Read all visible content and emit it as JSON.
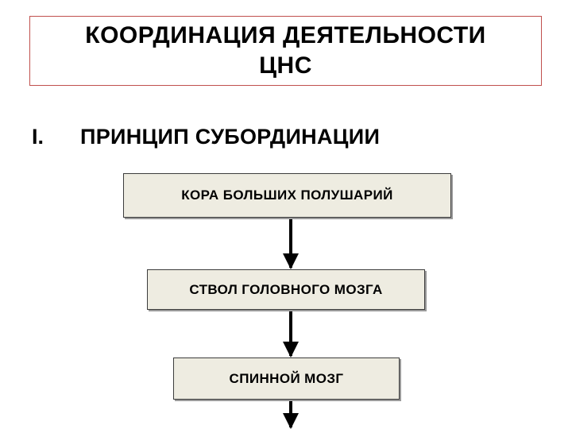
{
  "title": {
    "line1": "КООРДИНАЦИЯ ДЕЯТЕЛЬНОСТИ",
    "line2": "ЦНС"
  },
  "section": {
    "number": "I.",
    "heading": "ПРИНЦИП СУБОРДИНАЦИИ"
  },
  "flow": {
    "nodes": [
      {
        "label": "КОРА БОЛЬШИХ ПОЛУШАРИЙ"
      },
      {
        "label": "СТВОЛ ГОЛОВНОГО МОЗГА"
      },
      {
        "label": "СПИННОЙ МОЗГ"
      }
    ]
  },
  "colors": {
    "title_border": "#c0504d",
    "node_fill": "#eeece1",
    "arrow": "#000000"
  }
}
